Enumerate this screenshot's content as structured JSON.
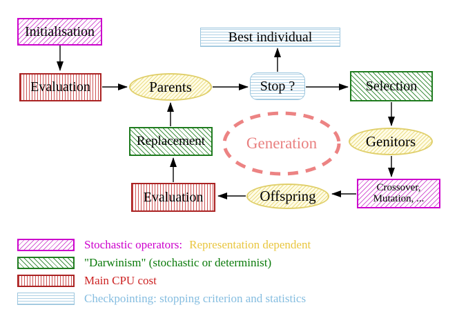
{
  "diagram": {
    "nodes": {
      "initialisation": "Initialisation",
      "evaluation_top": "Evaluation",
      "parents": "Parents",
      "best_individual": "Best individual",
      "stop": "Stop ?",
      "selection": "Selection",
      "replacement": "Replacement",
      "generation": "Generation",
      "genitors": "Genitors",
      "evaluation_bottom": "Evaluation",
      "offspring": "Offspring",
      "crossover_line1": "Crossover,",
      "crossover_line2": "Mutation, ..."
    }
  },
  "legend": {
    "stochastic_label": "Stochastic operators:",
    "stochastic_qualifier": "Representation dependent",
    "darwinism_label": "\"Darwinism\" (stochastic or determinist)",
    "cpu_label": "Main CPU cost",
    "checkpointing_label": "Checkpointing: stopping criterion and statistics"
  },
  "colors": {
    "magenta_border": "#cc00cc",
    "red_border": "#aa2222",
    "green_border": "#1e7b1e",
    "cyan_border": "#9cc6de",
    "yellow_border": "#e0cf6a",
    "generation_salmon": "#e98080",
    "legend_gold_text": "#e9c63f",
    "legend_green_text": "#0a7a0a",
    "legend_red_text": "#cc2222",
    "legend_cyan_text": "#85bde0",
    "arrow_black": "#000000"
  }
}
